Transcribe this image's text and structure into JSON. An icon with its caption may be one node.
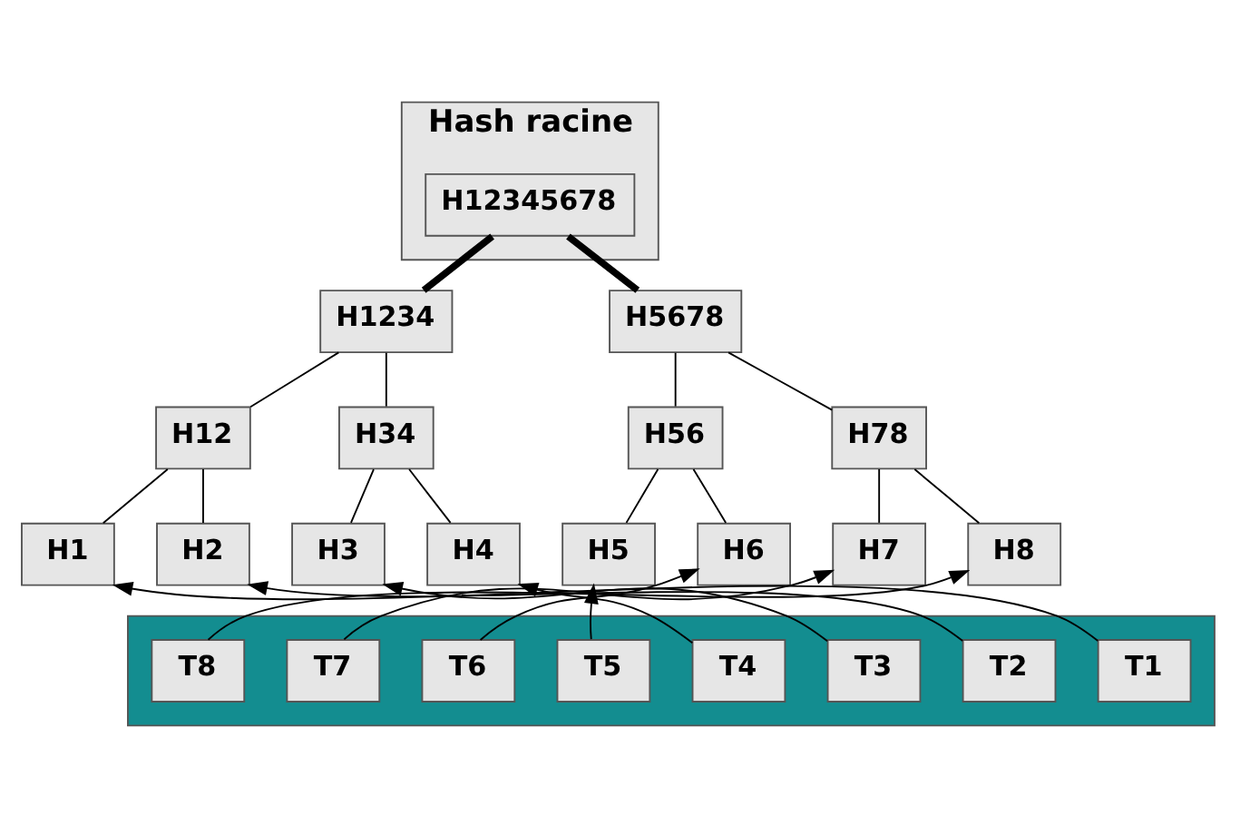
{
  "diagram": {
    "nodes": [
      {
        "text": [
          "Hash racine"
        ]
      },
      {
        "text": [
          "H12345678"
        ],
        "in": 0
      },
      {
        "text": [
          "H1234"
        ]
      },
      {
        "text": [
          "H5678"
        ]
      },
      {
        "text": [
          "H12"
        ]
      },
      {
        "text": [
          "H34"
        ]
      },
      {
        "text": [
          "H56"
        ]
      },
      {
        "text": [
          "H78"
        ]
      },
      {
        "text": [
          "H1"
        ]
      },
      {
        "text": [
          "H2"
        ]
      },
      {
        "text": [
          "H3"
        ]
      },
      {
        "text": [
          "H4"
        ]
      },
      {
        "text": [
          "H5"
        ]
      },
      {
        "text": [
          "H6"
        ]
      },
      {
        "text": [
          "H7"
        ]
      },
      {
        "text": [
          "H8"
        ]
      },
      {
        "text": [],
        "shape": "box"
      },
      {
        "text": [
          "T1"
        ],
        "in": 16
      },
      {
        "text": [
          "T2"
        ],
        "in": 16
      },
      {
        "text": [
          "T3"
        ],
        "in": 16
      },
      {
        "text": [
          "T4"
        ],
        "in": 16
      },
      {
        "text": [
          "T5"
        ],
        "in": 16
      },
      {
        "text": [
          "T6"
        ],
        "in": 16
      },
      {
        "text": [
          "T7"
        ],
        "in": 16
      },
      {
        "text": [
          "T8"
        ],
        "in": 16
      }
    ],
    "edges": [
      {
        "from": 1,
        "to": 2,
        "arrow": "none",
        "style": "thick"
      },
      {
        "from": 1,
        "to": 3,
        "arrow": "none",
        "style": "thick"
      },
      {
        "from": 2,
        "to": 4,
        "arrow": "none"
      },
      {
        "from": 2,
        "to": 5,
        "arrow": "none"
      },
      {
        "from": 3,
        "to": 6,
        "arrow": "none"
      },
      {
        "from": 3,
        "to": 7,
        "arrow": "none"
      },
      {
        "from": 4,
        "to": 8,
        "arrow": "none"
      },
      {
        "from": 4,
        "to": 9,
        "arrow": "none"
      },
      {
        "from": 5,
        "to": 10,
        "arrow": "none"
      },
      {
        "from": 5,
        "to": 11,
        "arrow": "none"
      },
      {
        "from": 6,
        "to": 12,
        "arrow": "none"
      },
      {
        "from": 6,
        "to": 13,
        "arrow": "none"
      },
      {
        "from": 7,
        "to": 14,
        "arrow": "none"
      },
      {
        "from": 7,
        "to": 15,
        "arrow": "none"
      },
      {
        "from": 17,
        "to": 8,
        "arrow": "to"
      },
      {
        "from": 18,
        "to": 9,
        "arrow": "to"
      },
      {
        "from": 19,
        "to": 10,
        "arrow": "to"
      },
      {
        "from": 20,
        "to": 11,
        "arrow": "to"
      },
      {
        "from": 21,
        "to": 12,
        "arrow": "to"
      },
      {
        "from": 22,
        "to": 13,
        "arrow": "to"
      },
      {
        "from": 23,
        "to": 14,
        "arrow": "to"
      },
      {
        "from": 24,
        "to": 15,
        "arrow": "to"
      }
    ]
  }
}
